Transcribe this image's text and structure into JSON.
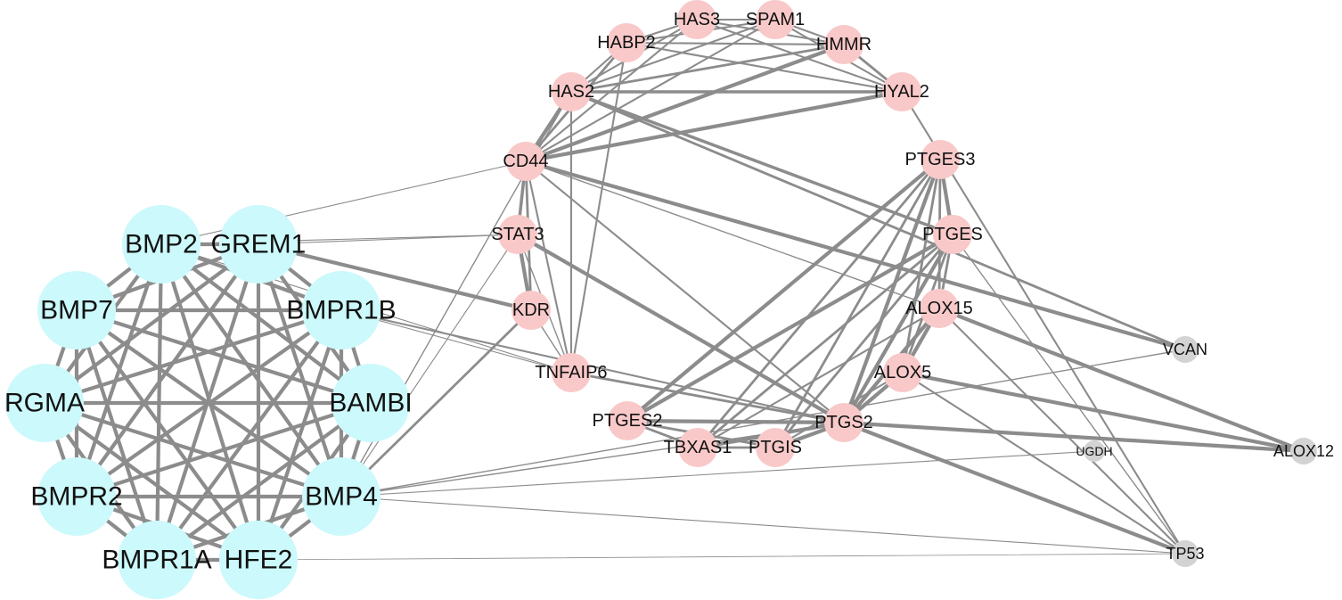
{
  "colors": {
    "bmp_cluster": "#ccf9fb",
    "pink_cluster": "#f9c9c9",
    "peripheral": "#d3d3d3",
    "edge": "#8c8c8c",
    "label": "#111111"
  },
  "nodes": [
    {
      "id": "BMP2",
      "label": "BMP2",
      "group": "bmp"
    },
    {
      "id": "GREM1",
      "label": "GREM1",
      "group": "bmp"
    },
    {
      "id": "BMP7",
      "label": "BMP7",
      "group": "bmp"
    },
    {
      "id": "BMPR1B",
      "label": "BMPR1B",
      "group": "bmp"
    },
    {
      "id": "RGMA",
      "label": "RGMA",
      "group": "bmp"
    },
    {
      "id": "BAMBI",
      "label": "BAMBI",
      "group": "bmp"
    },
    {
      "id": "BMPR2",
      "label": "BMPR2",
      "group": "bmp"
    },
    {
      "id": "BMP4",
      "label": "BMP4",
      "group": "bmp"
    },
    {
      "id": "BMPR1A",
      "label": "BMPR1A",
      "group": "bmp"
    },
    {
      "id": "HFE2",
      "label": "HFE2",
      "group": "bmp"
    },
    {
      "id": "HAS3",
      "label": "HAS3",
      "group": "pink"
    },
    {
      "id": "SPAM1",
      "label": "SPAM1",
      "group": "pink"
    },
    {
      "id": "HABP2",
      "label": "HABP2",
      "group": "pink"
    },
    {
      "id": "HMMR",
      "label": "HMMR",
      "group": "pink"
    },
    {
      "id": "HAS2",
      "label": "HAS2",
      "group": "pink"
    },
    {
      "id": "HYAL2",
      "label": "HYAL2",
      "group": "pink"
    },
    {
      "id": "CD44",
      "label": "CD44",
      "group": "pink"
    },
    {
      "id": "PTGES3",
      "label": "PTGES3",
      "group": "pink"
    },
    {
      "id": "STAT3",
      "label": "STAT3",
      "group": "pink"
    },
    {
      "id": "PTGES",
      "label": "PTGES",
      "group": "pink"
    },
    {
      "id": "KDR",
      "label": "KDR",
      "group": "pink"
    },
    {
      "id": "ALOX15",
      "label": "ALOX15",
      "group": "pink"
    },
    {
      "id": "TNFAIP6",
      "label": "TNFAIP6",
      "group": "pink"
    },
    {
      "id": "ALOX5",
      "label": "ALOX5",
      "group": "pink"
    },
    {
      "id": "PTGES2",
      "label": "PTGES2",
      "group": "pink"
    },
    {
      "id": "PTGS2",
      "label": "PTGS2",
      "group": "pink"
    },
    {
      "id": "TBXAS1",
      "label": "TBXAS1",
      "group": "pink"
    },
    {
      "id": "PTGIS",
      "label": "PTGIS",
      "group": "pink"
    },
    {
      "id": "VCAN",
      "label": "VCAN",
      "group": "grey"
    },
    {
      "id": "UGDH",
      "label": "UGDH",
      "group": "grey"
    },
    {
      "id": "ALOX12",
      "label": "ALOX12",
      "group": "grey"
    },
    {
      "id": "TP53",
      "label": "TP53",
      "group": "grey"
    }
  ],
  "edges": [
    [
      "BMP2",
      "GREM1",
      3
    ],
    [
      "BMP2",
      "BMP7",
      3
    ],
    [
      "BMP2",
      "BMPR1B",
      3
    ],
    [
      "BMP2",
      "RGMA",
      3
    ],
    [
      "BMP2",
      "BAMBI",
      3
    ],
    [
      "BMP2",
      "BMPR2",
      3
    ],
    [
      "BMP2",
      "BMP4",
      3
    ],
    [
      "BMP2",
      "BMPR1A",
      3
    ],
    [
      "BMP2",
      "HFE2",
      3
    ],
    [
      "GREM1",
      "BMP7",
      3
    ],
    [
      "GREM1",
      "BMPR1B",
      3
    ],
    [
      "GREM1",
      "RGMA",
      3
    ],
    [
      "GREM1",
      "BAMBI",
      3
    ],
    [
      "GREM1",
      "BMPR2",
      3
    ],
    [
      "GREM1",
      "BMP4",
      3
    ],
    [
      "GREM1",
      "BMPR1A",
      3
    ],
    [
      "GREM1",
      "HFE2",
      3
    ],
    [
      "BMP7",
      "BMPR1B",
      3
    ],
    [
      "BMP7",
      "RGMA",
      3
    ],
    [
      "BMP7",
      "BAMBI",
      3
    ],
    [
      "BMP7",
      "BMPR2",
      3
    ],
    [
      "BMP7",
      "BMP4",
      3
    ],
    [
      "BMP7",
      "BMPR1A",
      3
    ],
    [
      "BMP7",
      "HFE2",
      3
    ],
    [
      "BMPR1B",
      "RGMA",
      3
    ],
    [
      "BMPR1B",
      "BAMBI",
      3
    ],
    [
      "BMPR1B",
      "BMPR2",
      3
    ],
    [
      "BMPR1B",
      "BMP4",
      3
    ],
    [
      "BMPR1B",
      "BMPR1A",
      3
    ],
    [
      "BMPR1B",
      "HFE2",
      3
    ],
    [
      "RGMA",
      "BAMBI",
      3
    ],
    [
      "RGMA",
      "BMPR2",
      3
    ],
    [
      "RGMA",
      "BMP4",
      3
    ],
    [
      "RGMA",
      "BMPR1A",
      3
    ],
    [
      "RGMA",
      "HFE2",
      3
    ],
    [
      "BAMBI",
      "BMPR2",
      3
    ],
    [
      "BAMBI",
      "BMP4",
      3
    ],
    [
      "BAMBI",
      "BMPR1A",
      3
    ],
    [
      "BAMBI",
      "HFE2",
      3
    ],
    [
      "BMPR2",
      "BMP4",
      3
    ],
    [
      "BMPR2",
      "BMPR1A",
      3
    ],
    [
      "BMPR2",
      "HFE2",
      3
    ],
    [
      "BMP4",
      "BMPR1A",
      3
    ],
    [
      "BMP4",
      "HFE2",
      3
    ],
    [
      "BMPR1A",
      "HFE2",
      3
    ],
    [
      "HAS3",
      "SPAM1",
      1.5
    ],
    [
      "HAS3",
      "HABP2",
      1.5
    ],
    [
      "HAS3",
      "HMMR",
      1.5
    ],
    [
      "HAS3",
      "HAS2",
      1.5
    ],
    [
      "HAS3",
      "HYAL2",
      1.5
    ],
    [
      "HAS3",
      "CD44",
      1.5
    ],
    [
      "SPAM1",
      "HABP2",
      1.5
    ],
    [
      "SPAM1",
      "HMMR",
      1.5
    ],
    [
      "SPAM1",
      "HAS2",
      1.5
    ],
    [
      "SPAM1",
      "HYAL2",
      1.5
    ],
    [
      "SPAM1",
      "CD44",
      1.5
    ],
    [
      "HABP2",
      "HMMR",
      1.5
    ],
    [
      "HABP2",
      "HAS2",
      1.5
    ],
    [
      "HABP2",
      "HYAL2",
      1.5
    ],
    [
      "HABP2",
      "CD44",
      2
    ],
    [
      "HABP2",
      "TNFAIP6",
      1.5
    ],
    [
      "HMMR",
      "HAS2",
      2
    ],
    [
      "HMMR",
      "HYAL2",
      2
    ],
    [
      "HMMR",
      "CD44",
      3
    ],
    [
      "HAS2",
      "HYAL2",
      2.5
    ],
    [
      "HAS2",
      "CD44",
      3
    ],
    [
      "HAS2",
      "PTGES",
      2.5
    ],
    [
      "HAS2",
      "VCAN",
      2
    ],
    [
      "HAS2",
      "TNFAIP6",
      1.5
    ],
    [
      "HYAL2",
      "CD44",
      3
    ],
    [
      "HYAL2",
      "TP53",
      1.5
    ],
    [
      "CD44",
      "STAT3",
      2.5
    ],
    [
      "CD44",
      "KDR",
      2
    ],
    [
      "CD44",
      "TNFAIP6",
      1.5
    ],
    [
      "CD44",
      "VCAN",
      3
    ],
    [
      "CD44",
      "PTGS2",
      1.5
    ],
    [
      "CD44",
      "ALOX15",
      1
    ],
    [
      "CD44",
      "HYAL2",
      1
    ],
    [
      "STAT3",
      "KDR",
      3
    ],
    [
      "STAT3",
      "PTGS2",
      3
    ],
    [
      "STAT3",
      "TNFAIP6",
      1
    ],
    [
      "STAT3",
      "BMP2",
      0.8
    ],
    [
      "STAT3",
      "GREM1",
      0.8
    ],
    [
      "STAT3",
      "BMP4",
      0.8
    ],
    [
      "KDR",
      "GREM1",
      3
    ],
    [
      "KDR",
      "BMP4",
      2
    ],
    [
      "KDR",
      "TNFAIP6",
      1
    ],
    [
      "PTGES3",
      "PTGES",
      3
    ],
    [
      "PTGES3",
      "PTGES2",
      3
    ],
    [
      "PTGES3",
      "PTGS2",
      3
    ],
    [
      "PTGES3",
      "TBXAS1",
      2
    ],
    [
      "PTGES3",
      "PTGIS",
      2
    ],
    [
      "PTGES3",
      "ALOX15",
      2
    ],
    [
      "PTGES3",
      "ALOX5",
      2
    ],
    [
      "PTGES",
      "PTGES2",
      3
    ],
    [
      "PTGES",
      "PTGS2",
      3
    ],
    [
      "PTGES",
      "TBXAS1",
      2
    ],
    [
      "PTGES",
      "PTGIS",
      2
    ],
    [
      "PTGES",
      "ALOX15",
      2
    ],
    [
      "PTGES",
      "ALOX5",
      2
    ],
    [
      "PTGES",
      "TP53",
      1
    ],
    [
      "ALOX15",
      "ALOX5",
      3
    ],
    [
      "ALOX15",
      "PTGS2",
      3
    ],
    [
      "ALOX15",
      "ALOX12",
      3
    ],
    [
      "ALOX15",
      "TP53",
      1.5
    ],
    [
      "ALOX15",
      "TBXAS1",
      1.5
    ],
    [
      "ALOX5",
      "PTGS2",
      3
    ],
    [
      "ALOX5",
      "ALOX12",
      3
    ],
    [
      "ALOX5",
      "TP53",
      1.5
    ],
    [
      "ALOX5",
      "PTGIS",
      1.5
    ],
    [
      "PTGES2",
      "PTGS2",
      3
    ],
    [
      "PTGES2",
      "TBXAS1",
      2
    ],
    [
      "PTGES2",
      "PTGIS",
      2
    ],
    [
      "PTGS2",
      "TBXAS1",
      3
    ],
    [
      "PTGS2",
      "PTGIS",
      3
    ],
    [
      "PTGS2",
      "ALOX12",
      3
    ],
    [
      "PTGS2",
      "TP53",
      3
    ],
    [
      "PTGS2",
      "TNFAIP6",
      2
    ],
    [
      "PTGS2",
      "BMPR1B",
      1.5
    ],
    [
      "PTGS2",
      "BMP4",
      1
    ],
    [
      "TBXAS1",
      "PTGIS",
      2
    ],
    [
      "TNFAIP6",
      "BMP2",
      0.8
    ],
    [
      "TNFAIP6",
      "BMPR1B",
      0.8
    ],
    [
      "VCAN",
      "BMP4",
      1
    ],
    [
      "CD44",
      "BMP2",
      0.8
    ],
    [
      "HAS2",
      "BMP4",
      1
    ],
    [
      "UGDH",
      "BMP4",
      0.8
    ],
    [
      "TP53",
      "BMP4",
      0.8
    ],
    [
      "TP53",
      "HFE2",
      0.6
    ]
  ]
}
